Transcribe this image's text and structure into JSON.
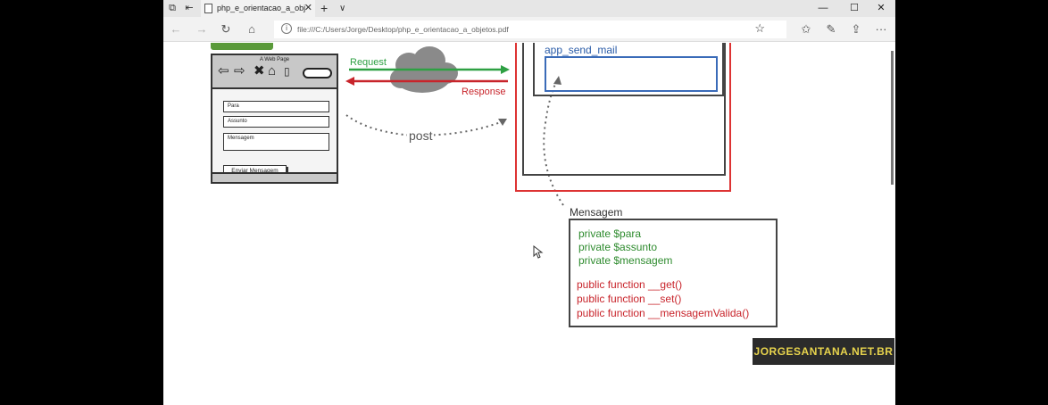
{
  "window": {
    "tab_title": "php_e_orientacao_a_obj",
    "tab_close": "✕",
    "new_tab": "+",
    "tab_list": "∨",
    "minimize": "—",
    "maximize": "☐",
    "close": "✕"
  },
  "address_bar": {
    "url": "file:///C:/Users/Jorge/Desktop/php_e_orientacao_a_objetos.pdf",
    "info_glyph": "i",
    "favorite_glyph": "☆"
  },
  "nav": {
    "back": "←",
    "forward": "→",
    "refresh": "↻",
    "home": "⌂",
    "favorites": "✩",
    "notes": "✎",
    "share": "⇪",
    "more": "···"
  },
  "diagram": {
    "mock_browser": {
      "title": "A Web Page",
      "fields": [
        "Para",
        "Assunto",
        "Mensagem"
      ],
      "button": "Enviar Mensagem"
    },
    "request_label": "Request",
    "response_label": "Response",
    "post_label": "post",
    "app_label": "app_send_mail",
    "class_box": {
      "title": "Mensagem",
      "attributes": [
        "private $para",
        "private $assunto",
        "private $mensagem"
      ],
      "methods": [
        "public function __get()",
        "public function __set()",
        "public function __mensagemValida()"
      ]
    }
  },
  "watermark": "JORGESANTANA.NET.BR",
  "colors": {
    "request_arrow": "#2ea043",
    "response_arrow": "#c8242b",
    "server_outer": "#dd3333",
    "app_box": "#3a6bb8",
    "attributes": "#2e8b2e",
    "methods": "#c8242b",
    "watermark_text": "#e8d44d"
  }
}
